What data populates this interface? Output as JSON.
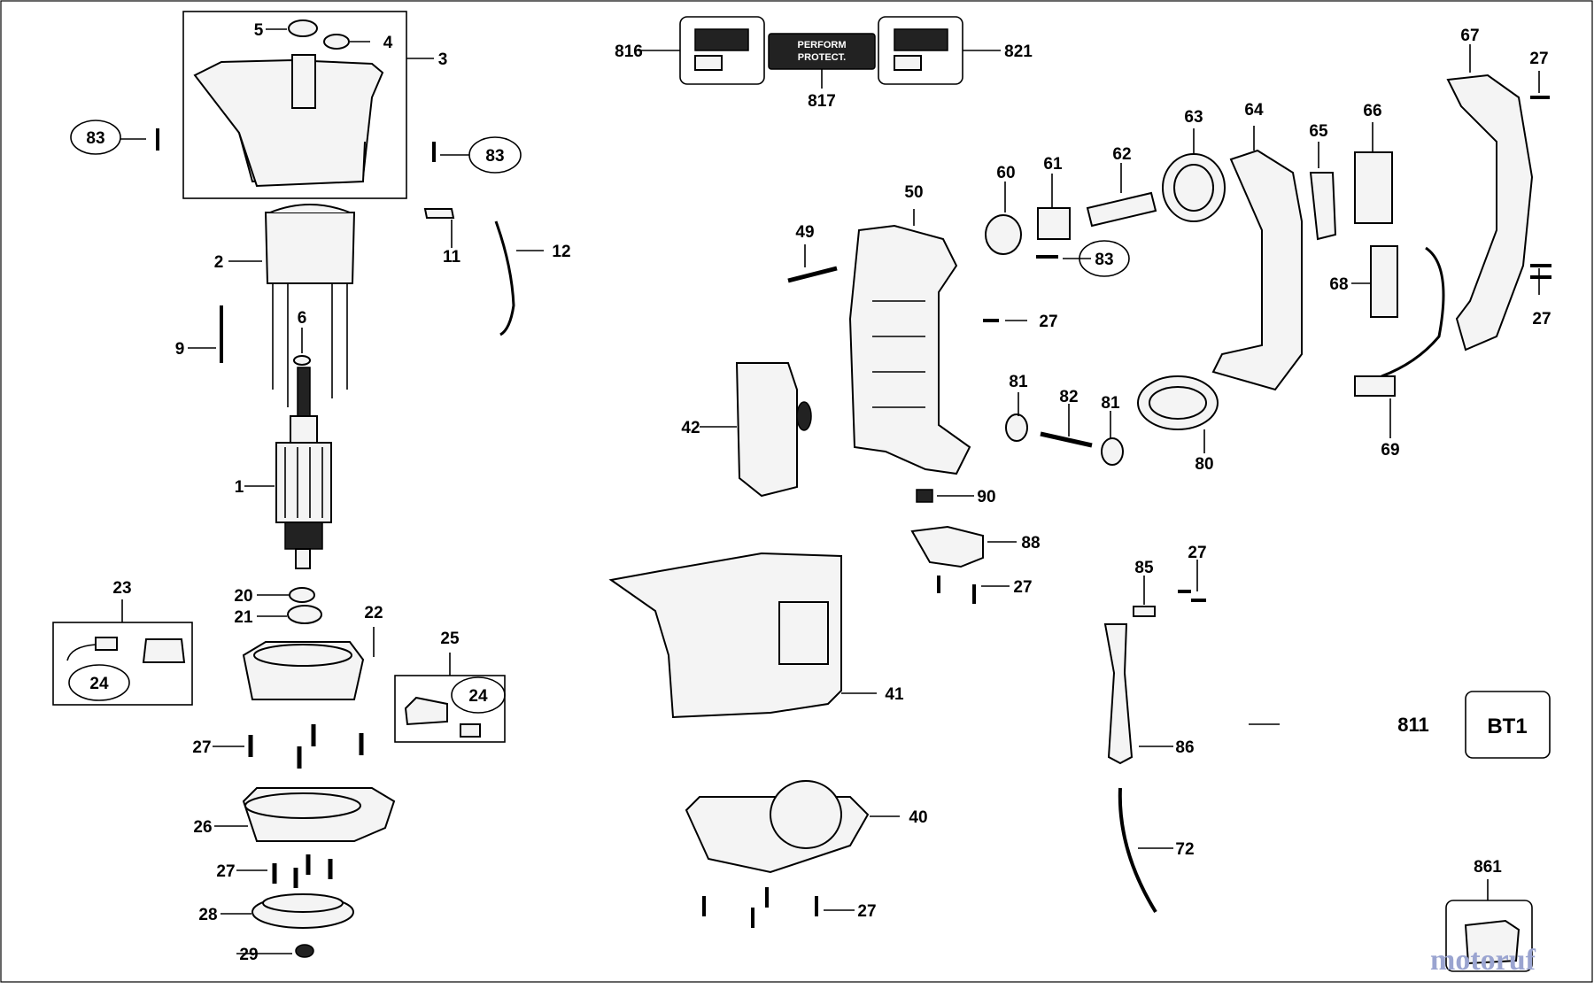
{
  "diagram": {
    "callouts": {
      "c1": "1",
      "c2": "2",
      "c3": "3",
      "c4": "4",
      "c5": "5",
      "c6": "6",
      "c9": "9",
      "c11": "11",
      "c12": "12",
      "c20": "20",
      "c21": "21",
      "c22": "22",
      "c23": "23",
      "c24a": "24",
      "c24b": "24",
      "c25": "25",
      "c26": "26",
      "c27a": "27",
      "c27b": "27",
      "c27c": "27",
      "c27d": "27",
      "c27e": "27",
      "c27f": "27",
      "c27g": "27",
      "c27h": "27",
      "c28": "28",
      "c29": "29",
      "c40": "40",
      "c41": "41",
      "c42": "42",
      "c49": "49",
      "c50": "50",
      "c60": "60",
      "c61": "61",
      "c62": "62",
      "c63": "63",
      "c64": "64",
      "c65": "65",
      "c66": "66",
      "c67": "67",
      "c68": "68",
      "c69": "69",
      "c72": "72",
      "c80": "80",
      "c81a": "81",
      "c81b": "81",
      "c82": "82",
      "c83a": "83",
      "c83b": "83",
      "c83c": "83",
      "c85": "85",
      "c86": "86",
      "c88": "88",
      "c90": "90",
      "c811": "811",
      "c816": "816",
      "c817": "817",
      "c821": "821",
      "c861": "861"
    },
    "badge_text": "BT1",
    "label_text": [
      "PERFORM",
      "PROTECT."
    ],
    "watermark": "motoruf"
  }
}
